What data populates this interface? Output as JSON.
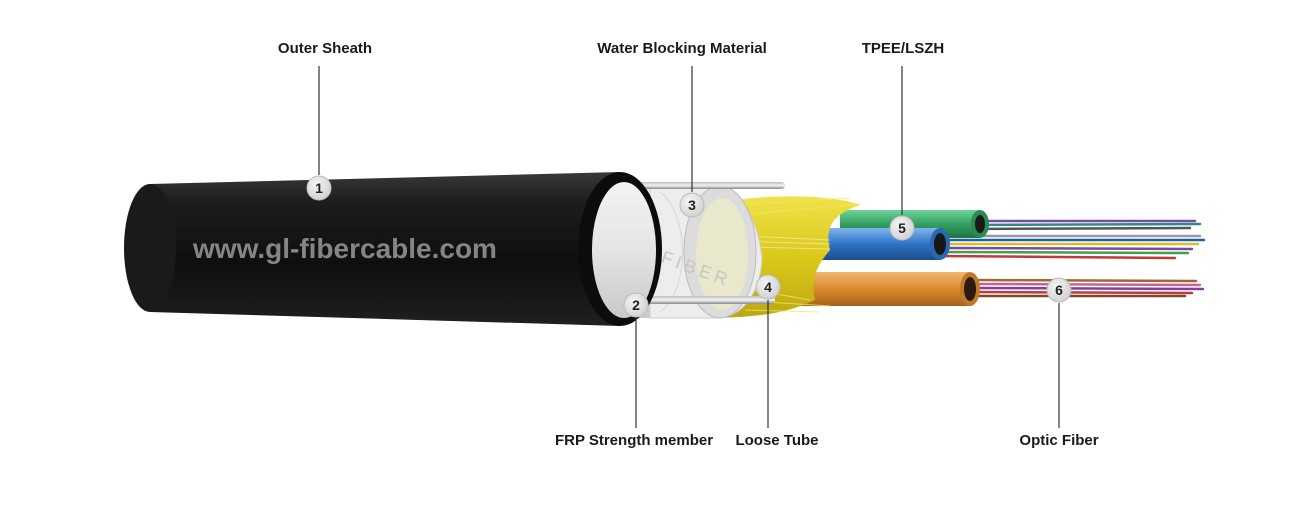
{
  "watermark": "www.gl-fibercable.com",
  "tape_text": "FIBER",
  "callouts": [
    {
      "number": "1",
      "label": "Outer Sheath"
    },
    {
      "number": "2",
      "label": "FRP Strength member"
    },
    {
      "number": "3",
      "label": "Water Blocking Material"
    },
    {
      "number": "4",
      "label": "Loose Tube"
    },
    {
      "number": "5",
      "label": "TPEE/LSZH"
    },
    {
      "number": "6",
      "label": "Optic Fiber"
    }
  ],
  "colors": {
    "sheath": "#141414",
    "tape": "#e8e8e8",
    "yarn": "#e3d21a",
    "tube_green": "#3aa36a",
    "tube_blue": "#2f74c4",
    "tube_orange": "#d98a2c",
    "leader": "#333333",
    "badge": "#d9d9d9"
  }
}
